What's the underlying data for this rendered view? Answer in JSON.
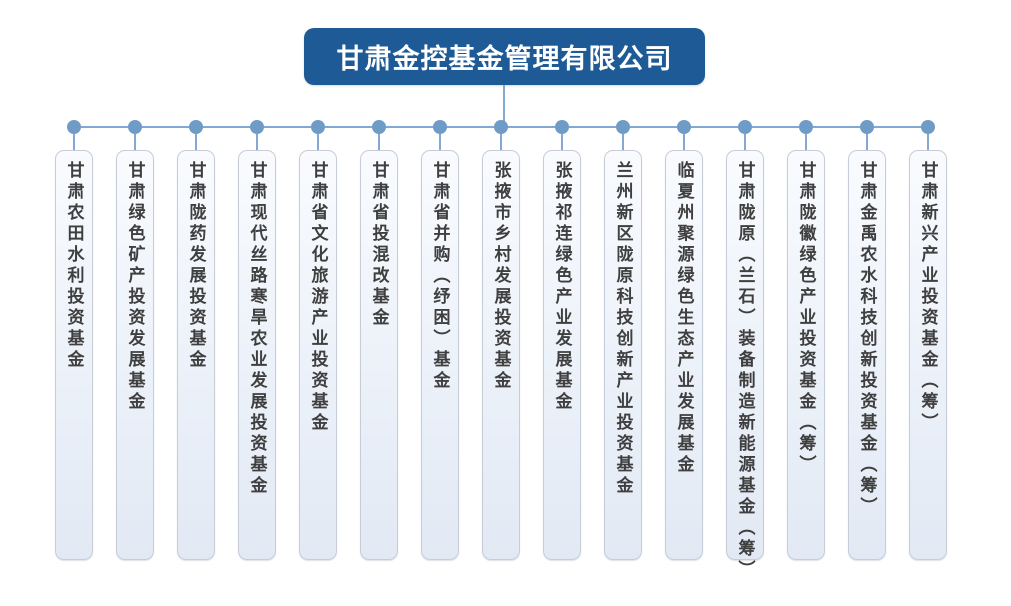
{
  "company": {
    "name": "甘肃金控基金管理有限公司"
  },
  "funds": [
    {
      "name": "甘肃农田水利投资基金"
    },
    {
      "name": "甘肃绿色矿产投资发展基金"
    },
    {
      "name": "甘肃陇药发展投资基金"
    },
    {
      "name": "甘肃现代丝路寒旱农业发展投资基金"
    },
    {
      "name": "甘肃省文化旅游产业投资基金"
    },
    {
      "name": "甘肃省投混改基金"
    },
    {
      "name": "甘肃省并购（纾困）基金"
    },
    {
      "name": "张掖市乡村发展投资基金"
    },
    {
      "name": "张掖祁连绿色产业发展基金"
    },
    {
      "name": "兰州新区陇原科技创新产业投资基金"
    },
    {
      "name": "临夏州聚源绿色生态产业发展基金"
    },
    {
      "name": "甘肃陇原（兰石）装备制造新能源基金（筹）"
    },
    {
      "name": "甘肃陇徽绿色产业投资基金（筹）"
    },
    {
      "name": "甘肃金禹农水科技创新投资基金（筹）"
    },
    {
      "name": "甘肃新兴产业投资基金（筹）"
    }
  ],
  "colors": {
    "title_background": "#1e5b96",
    "title_text": "#ffffff",
    "connector_line": "#82a8d3",
    "connector_dot": "#6f9bc7",
    "box_fill_top": "#f9fbfe",
    "box_fill_bottom": "#e2e9f4",
    "box_border": "#c7cdd8",
    "box_text": "#3f3f3f"
  }
}
